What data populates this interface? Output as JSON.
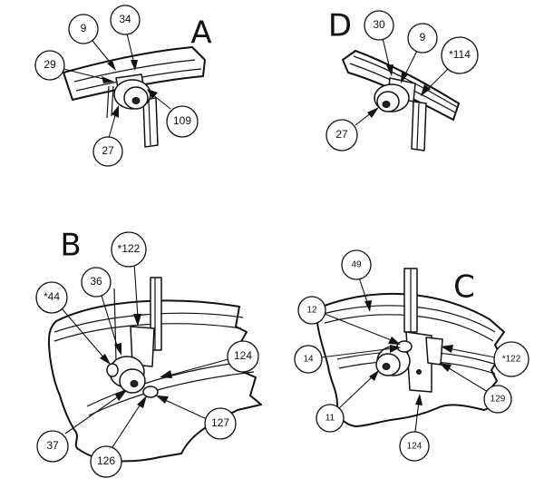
{
  "views": {
    "A": {
      "letter": "A",
      "callouts": [
        "9",
        "34",
        "29",
        "109",
        "27"
      ]
    },
    "D": {
      "letter": "D",
      "callouts": [
        "30",
        "9",
        "*114",
        "27"
      ]
    },
    "B": {
      "letter": "B",
      "callouts": [
        "*122",
        "36",
        "*44",
        "124",
        "37",
        "126",
        "127"
      ]
    },
    "C": {
      "letter": "C",
      "callouts": [
        "49",
        "12",
        "14",
        "*122",
        "129",
        "11",
        "124"
      ]
    }
  }
}
